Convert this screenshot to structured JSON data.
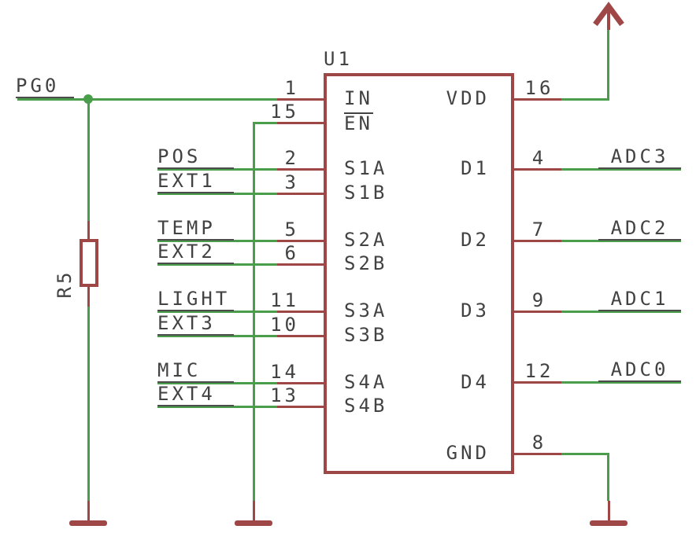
{
  "schematic": {
    "ic": {
      "ref": "U1",
      "pins_left": [
        {
          "number": "1",
          "name": "IN",
          "net": "PG0"
        },
        {
          "number": "15",
          "name": "EN",
          "net": ""
        },
        {
          "number": "2",
          "name": "S1A",
          "net": "POS"
        },
        {
          "number": "3",
          "name": "S1B",
          "net": "EXT1"
        },
        {
          "number": "5",
          "name": "S2A",
          "net": "TEMP"
        },
        {
          "number": "6",
          "name": "S2B",
          "net": "EXT2"
        },
        {
          "number": "11",
          "name": "S3A",
          "net": "LIGHT"
        },
        {
          "number": "10",
          "name": "S3B",
          "net": "EXT3"
        },
        {
          "number": "14",
          "name": "S4A",
          "net": "MIC"
        },
        {
          "number": "13",
          "name": "S4B",
          "net": "EXT4"
        }
      ],
      "pins_right": [
        {
          "number": "16",
          "name": "VDD",
          "net": ""
        },
        {
          "number": "4",
          "name": "D1",
          "net": "ADC3"
        },
        {
          "number": "7",
          "name": "D2",
          "net": "ADC2"
        },
        {
          "number": "9",
          "name": "D3",
          "net": "ADC1"
        },
        {
          "number": "12",
          "name": "D4",
          "net": "ADC0"
        },
        {
          "number": "8",
          "name": "GND",
          "net": ""
        }
      ]
    },
    "resistor": {
      "ref": "R5"
    },
    "colors": {
      "wire_green": "#4a9d4a",
      "component_red": "#9f4747",
      "text_gray": "#424242",
      "background": "#ffffff"
    }
  }
}
